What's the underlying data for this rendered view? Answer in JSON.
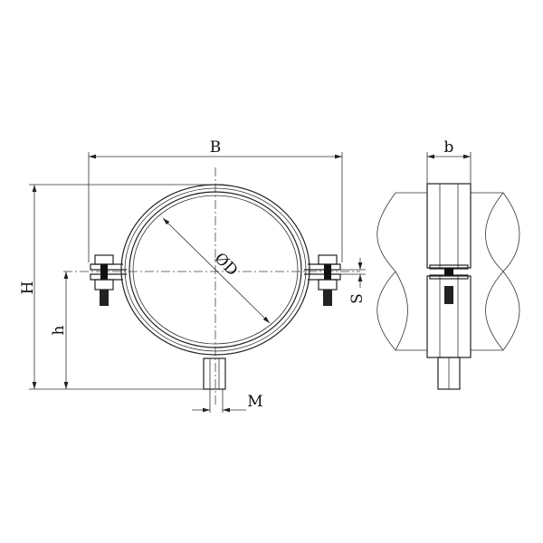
{
  "drawing": {
    "labels": {
      "width_B": "B",
      "height_H": "H",
      "center_height_h": "h",
      "diameter_D": "ØD",
      "gap_S": "S",
      "thread_M": "M",
      "band_width_b": "b"
    },
    "colors": {
      "line": "#222222",
      "background": "#ffffff",
      "thread": "#111111"
    }
  }
}
